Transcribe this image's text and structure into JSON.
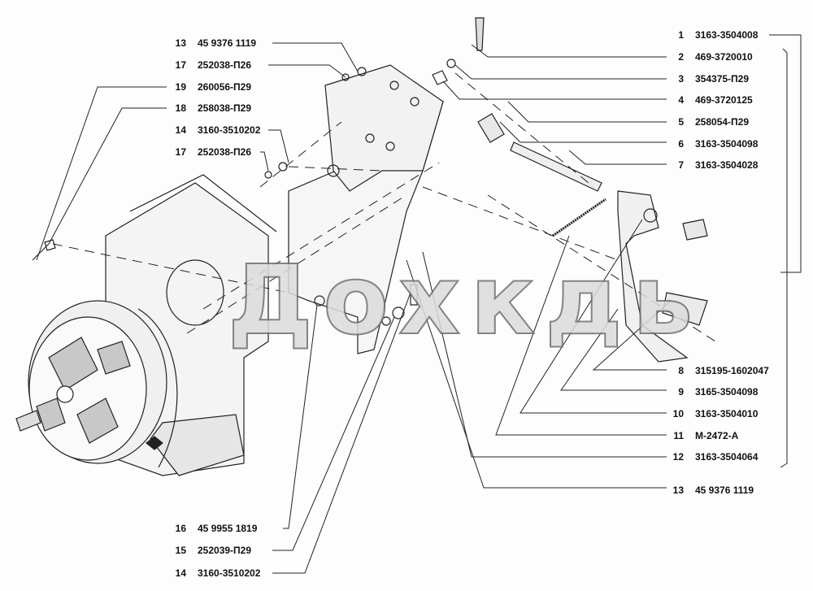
{
  "watermark": "Дохкдь",
  "callouts_right": [
    {
      "num": "1",
      "code": "3163-3504008"
    },
    {
      "num": "2",
      "code": "469-3720010"
    },
    {
      "num": "3",
      "code": "354375-П29"
    },
    {
      "num": "4",
      "code": "469-3720125"
    },
    {
      "num": "5",
      "code": "258054-П29"
    },
    {
      "num": "6",
      "code": "3163-3504098"
    },
    {
      "num": "7",
      "code": "3163-3504028"
    },
    {
      "num": "8",
      "code": "315195-1602047"
    },
    {
      "num": "9",
      "code": "3165-3504098"
    },
    {
      "num": "10",
      "code": "3163-3504010"
    },
    {
      "num": "11",
      "code": "М-2472-А"
    },
    {
      "num": "12",
      "code": "3163-3504064"
    },
    {
      "num": "13",
      "code": "45 9376 1119"
    }
  ],
  "callouts_left": [
    {
      "num": "13",
      "code": "45 9376 1119"
    },
    {
      "num": "17",
      "code": "252038-П26"
    },
    {
      "num": "19",
      "code": "260056-П29"
    },
    {
      "num": "18",
      "code": "258038-П29"
    },
    {
      "num": "14",
      "code": "3160-3510202"
    },
    {
      "num": "17",
      "code": "252038-П26"
    }
  ],
  "callouts_bottom": [
    {
      "num": "16",
      "code": "45 9955 1819"
    },
    {
      "num": "15",
      "code": "252039-П29"
    },
    {
      "num": "14",
      "code": "3160-3510202"
    }
  ]
}
